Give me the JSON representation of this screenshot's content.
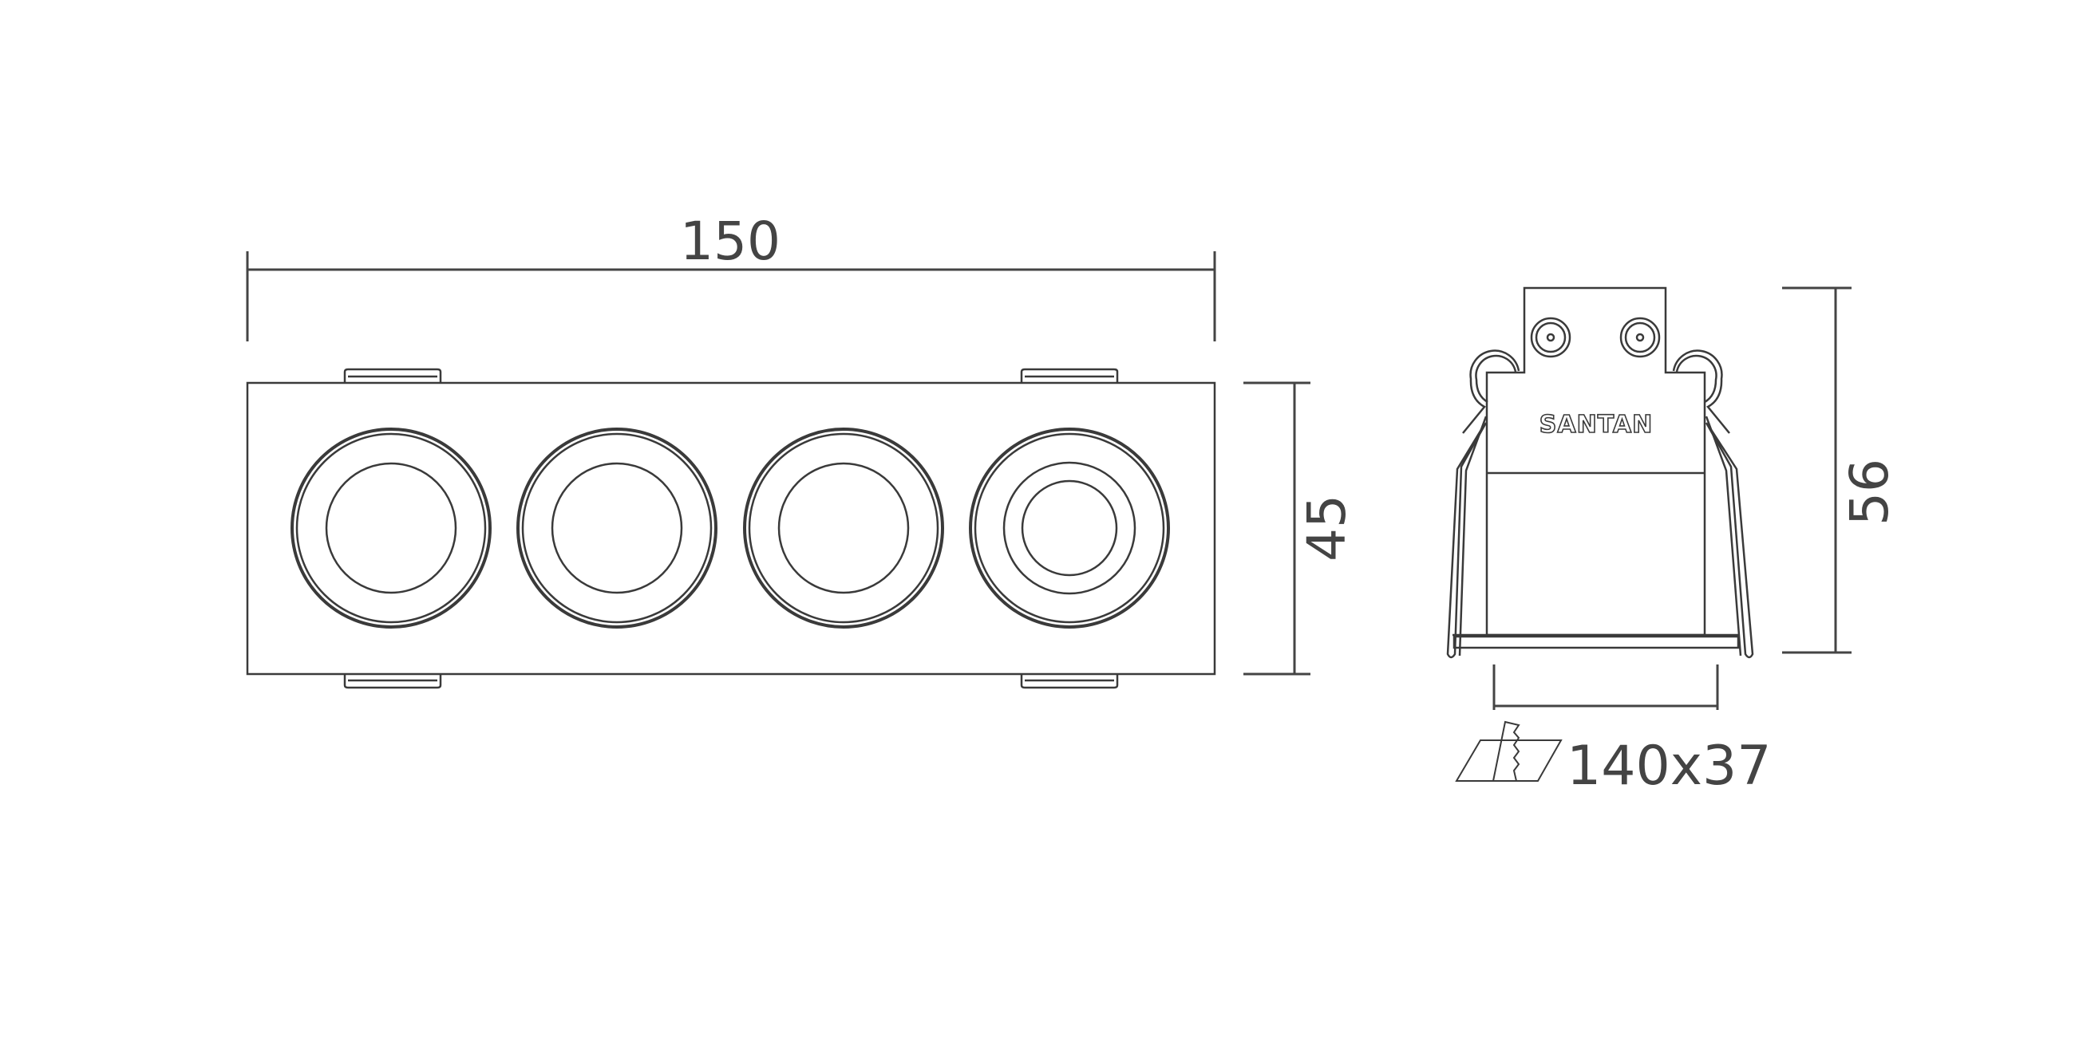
{
  "drawing": {
    "front_view": {
      "width_label": "150",
      "height_label": "45",
      "lens_count": 4
    },
    "side_view": {
      "height_label": "56",
      "brand_label": "SANTAN"
    },
    "cutout": {
      "icon": "cutout-saw-icon",
      "label": "140x37"
    },
    "line_color": "#3a3a3a"
  }
}
